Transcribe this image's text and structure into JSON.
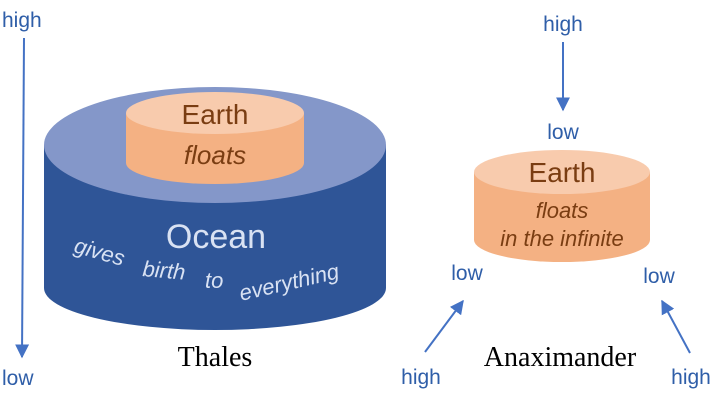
{
  "colors": {
    "ocean_dark": "#2f5597",
    "ocean_top": "#8497c9",
    "earth_body": "#f4b183",
    "earth_top": "#f8cbad",
    "earth_text": "#7a3d12",
    "arrow": "#4472c4",
    "label_blue": "#2f5ea8"
  },
  "left_axis": {
    "top_label": "high",
    "bottom_label": "low"
  },
  "thales": {
    "caption": "Thales",
    "ocean_title": "Ocean",
    "ocean_subtitle_words": [
      "gives",
      "birth",
      "to",
      "everything"
    ],
    "earth_title": "Earth",
    "earth_subtitle": "floats"
  },
  "anaximander": {
    "caption": "Anaximander",
    "earth_title": "Earth",
    "earth_subtitle_line1": "floats",
    "earth_subtitle_line2": "in the infinite",
    "top_high": "high",
    "top_low": "low",
    "left_low": "low",
    "left_high": "high",
    "right_low": "low",
    "right_high": "high"
  }
}
